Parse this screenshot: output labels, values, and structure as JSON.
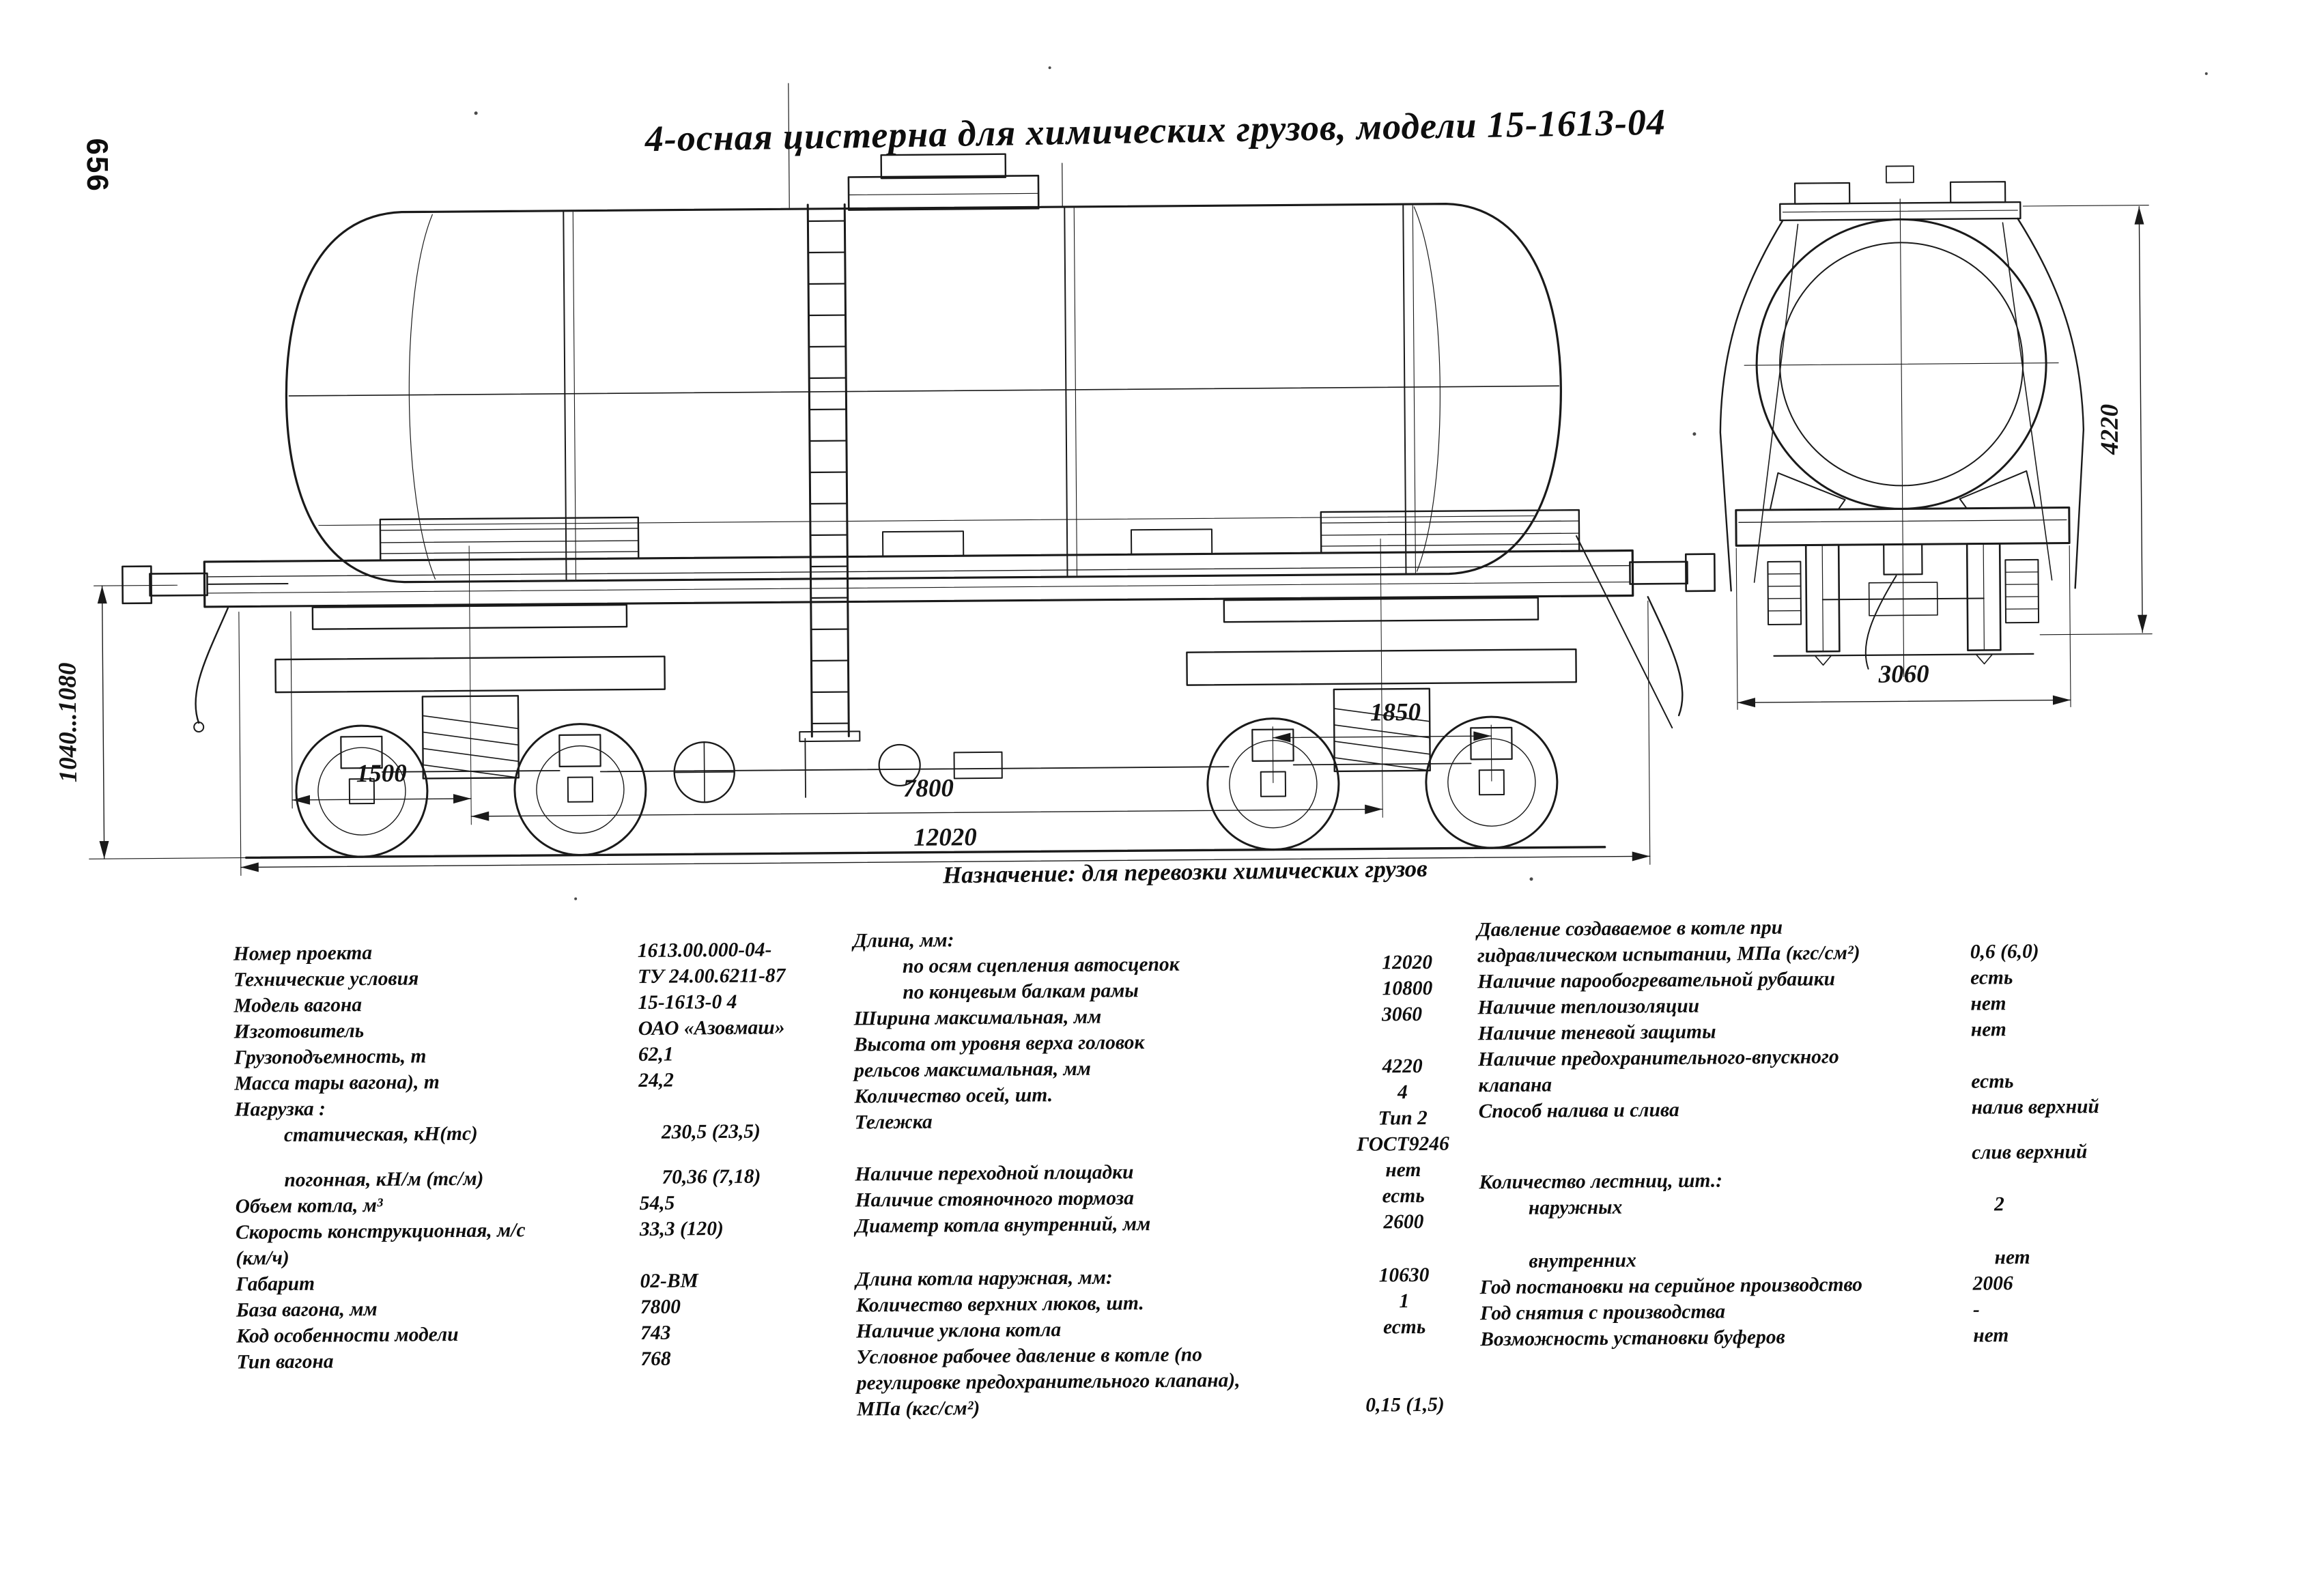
{
  "page": {
    "number": "656",
    "title": "4-осная цистерна для химических грузов, модели 15-1613-04",
    "purpose": "Назначение: для перевозки химических грузов"
  },
  "drawing": {
    "side_dims": {
      "coupler_height": "1040...1080",
      "pivot_to_end": "1500",
      "wagon_base": "7800",
      "length_over_couplers": "12020",
      "bogie_wheelbase": "1850"
    },
    "end_dims": {
      "max_height": "4220",
      "max_width": "3060"
    }
  },
  "specs": {
    "col1": [
      {
        "label": "Номер проекта",
        "value": "1613.00.000-04-"
      },
      {
        "label": "Технические условия",
        "value": "ТУ 24.00.6211-87"
      },
      {
        "label": "Модель вагона",
        "value": "15-1613-0 4"
      },
      {
        "label": "Изготовитель",
        "value": "ОАО «Азовмаш»"
      },
      {
        "label": "Грузоподъемность, т",
        "value": "62,1"
      },
      {
        "label": "Масса тары вагона), т",
        "value": "24,2"
      },
      {
        "label": "Нагрузка :",
        "value": ""
      },
      {
        "label": "статическая, кН(тс)",
        "value": "230,5 (23,5)"
      },
      {
        "label": "погонная, кН/м (тс/м)",
        "value": "70,36 (7,18)"
      },
      {
        "label": "Объем котла, м³",
        "value": "54,5"
      },
      {
        "label": "Скорость конструкционная, м/с",
        "value": "33,3 (120)"
      },
      {
        "label": "(км/ч)",
        "value": ""
      },
      {
        "label": "Габарит",
        "value": "02-ВМ"
      },
      {
        "label": "База вагона, мм",
        "value": "7800"
      },
      {
        "label": "Код особенности модели",
        "value": "743"
      },
      {
        "label": "Тип вагона",
        "value": "768"
      }
    ],
    "col2": [
      {
        "label": "Длина, мм:",
        "value": ""
      },
      {
        "label": "по осям сцепления автосцепок",
        "value": "12020"
      },
      {
        "label": "по концевым балкам рамы",
        "value": "10800"
      },
      {
        "label": "Ширина максимальная, мм",
        "value": "3060"
      },
      {
        "label": "Высота от уровня верха головок",
        "value": ""
      },
      {
        "label": "рельсов максимальная, мм",
        "value": "4220"
      },
      {
        "label": "Количество осей, шт.",
        "value": "4"
      },
      {
        "label": "Тележка",
        "value": "Тип 2"
      },
      {
        "label": "",
        "value": "ГОСТ9246"
      },
      {
        "label": "Наличие переходной площадки",
        "value": "нет"
      },
      {
        "label": "Наличие стояночного тормоза",
        "value": "есть"
      },
      {
        "label": "Диаметр котла внутренний, мм",
        "value": "2600"
      },
      {
        "label": "Длина котла наружная, мм:",
        "value": "10630"
      },
      {
        "label": "Количество верхних люков, шт.",
        "value": "1"
      },
      {
        "label": "Наличие уклона котла",
        "value": "есть"
      },
      {
        "label": "Условное рабочее давление в котле  (по",
        "value": ""
      },
      {
        "label": "регулировке предохранительного клапана),",
        "value": ""
      },
      {
        "label": "МПа (кгс/см²)",
        "value": "0,15 (1,5)"
      }
    ],
    "col3": [
      {
        "label": "Давление создаваемое в котле при",
        "value": ""
      },
      {
        "label": "гидравлическом испытании, МПа (кгс/см²)",
        "value": "0,6 (6,0)"
      },
      {
        "label": "Наличие парообогревательной рубашки",
        "value": "есть"
      },
      {
        "label": "Наличие теплоизоляции",
        "value": "нет"
      },
      {
        "label": "Наличие теневой защиты",
        "value": "нет"
      },
      {
        "label": "Наличие предохранительного-впускного",
        "value": ""
      },
      {
        "label": "клапана",
        "value": "есть"
      },
      {
        "label": "Способ налива и слива",
        "value": "налив верхний"
      },
      {
        "label": "",
        "value": "слив верхний"
      },
      {
        "label": "Количество лестниц, шт.:",
        "value": ""
      },
      {
        "label": "наружных",
        "value": "2"
      },
      {
        "label": "внутренних",
        "value": "нет"
      },
      {
        "label": "Год постановки на серийное производство",
        "value": "2006"
      },
      {
        "label": "Год снятия с производства",
        "value": "-"
      },
      {
        "label": "Возможность установки буферов",
        "value": "нет"
      }
    ]
  }
}
